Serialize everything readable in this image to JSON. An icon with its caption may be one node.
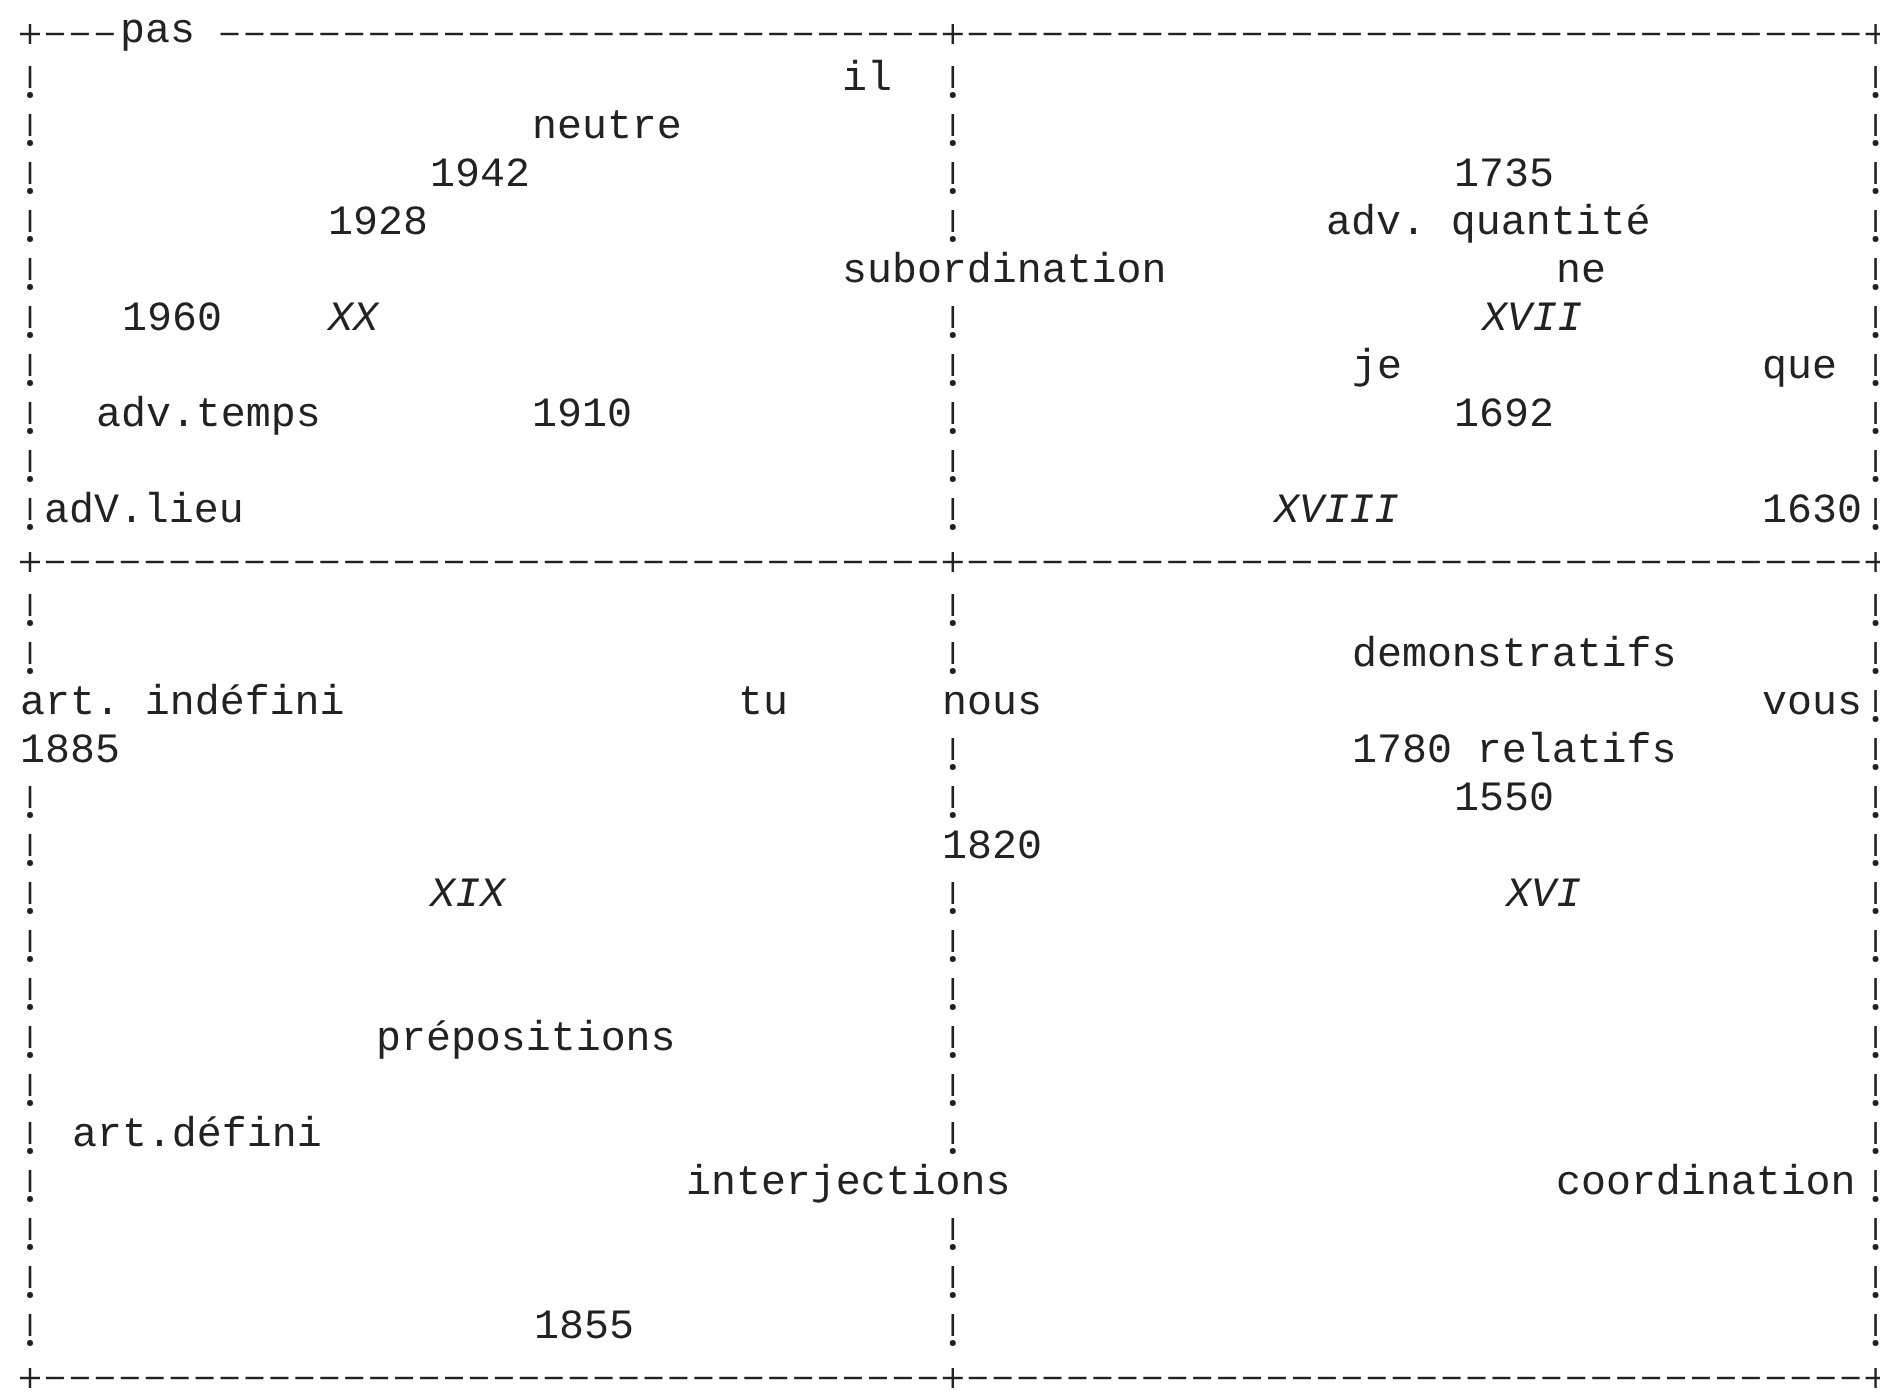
{
  "diagram": {
    "labels": [
      "pas",
      "il",
      "neutre",
      "1942",
      "1735",
      "1928",
      "adv. quantité",
      "subordination",
      "ne",
      "1960",
      "XX",
      "XVII",
      "je",
      "que",
      "adv.temps",
      "1910",
      "1692",
      "adV.lieu",
      "XVIII",
      "1630",
      "demonstratifs",
      "art. indéfini",
      "tu",
      "nous",
      "vous",
      "1885",
      "1780 relatifs",
      "1550",
      "1820",
      "XIX",
      "XVI",
      "prépositions",
      "art.défini",
      "interjections",
      "coordination",
      "1855"
    ]
  }
}
